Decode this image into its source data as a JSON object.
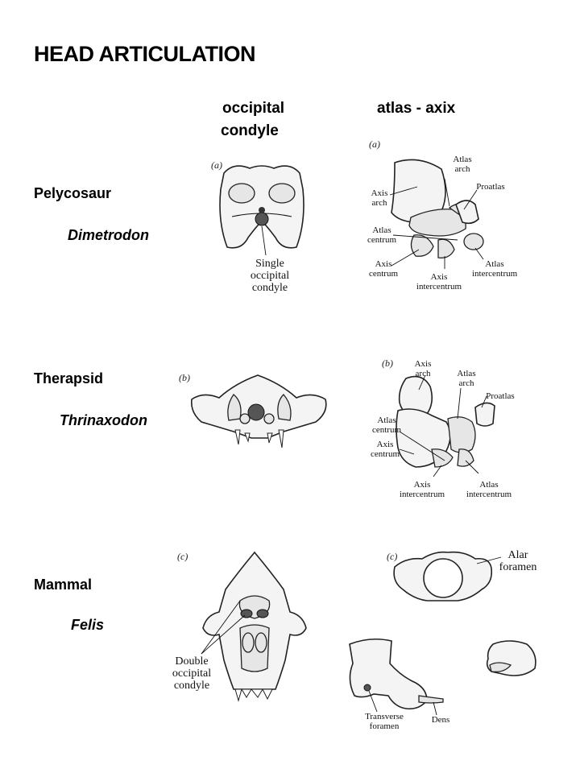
{
  "title": "HEAD ARTICULATION",
  "columns": {
    "occipital_line1": "occipital",
    "occipital_line2": "condyle",
    "atlas_axis": "atlas - axix"
  },
  "rows": [
    {
      "group": "Pelycosaur",
      "genus": "Dimetrodon",
      "skull": {
        "fig_label": "(a)",
        "labels": [
          "Single",
          "occipital",
          "condyle"
        ]
      },
      "vertebrae": {
        "fig_label": "(a)",
        "labels": {
          "atlas_arch": "Atlas arch",
          "proatlas": "Proatlas",
          "axis_arch": "Axis arch",
          "atlas_centrum": "Atlas centrum",
          "axis_centrum": "Axis centrum",
          "axis_intercentrum": "Axis intercentrum",
          "atlas_intercentrum": "Atlas intercentrum"
        }
      }
    },
    {
      "group": "Therapsid",
      "genus": "Thrinaxodon",
      "skull": {
        "fig_label": "(b)",
        "labels": []
      },
      "vertebrae": {
        "fig_label": "(b)",
        "labels": {
          "axis_arch": "Axis arch",
          "atlas_arch": "Atlas arch",
          "proatlas": "Proatlas",
          "atlas_centrum": "Atlas centrum",
          "axis_centrum": "Axis centrum",
          "axis_intercentrum": "Axis intercentrum",
          "atlas_intercentrum": "Atlas intercentrum"
        }
      }
    },
    {
      "group": "Mammal",
      "genus": "Felis",
      "skull": {
        "fig_label": "(c)",
        "labels": [
          "Double",
          "occipital",
          "condyle"
        ]
      },
      "vertebrae": {
        "fig_label": "(c)",
        "labels": {
          "alar_foramen": "Alar foramen",
          "transverse_foramen": "Transverse foramen",
          "dens": "Dens"
        }
      }
    }
  ]
}
